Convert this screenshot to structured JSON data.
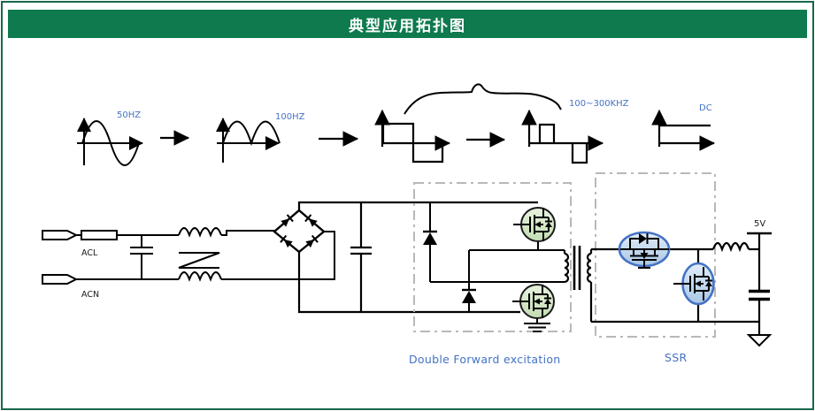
{
  "title": "典型应用拓扑图",
  "waveforms": {
    "sine_label": "50HZ",
    "rectified_label": "100HZ",
    "switching_label": "100~300KHZ",
    "dc_label": "DC"
  },
  "circuit": {
    "input_live_label": "ACL",
    "input_neutral_label": "ACN",
    "output_voltage_label": "5V"
  },
  "sections": {
    "forward_label": "Double Forward excitation",
    "ssr_label": "SSR"
  },
  "colors": {
    "title_bar_green": "#0e7a4e",
    "border_green": "#17684a",
    "label_blue": "#4472c4",
    "mosfet_green_fill": "#d9ebcf",
    "sr_blue_fill": "#c3d8ef",
    "sr_blue_stroke": "#4472c4",
    "dashed_box_gray": "#b8b8b8",
    "wire_black": "#000000"
  }
}
